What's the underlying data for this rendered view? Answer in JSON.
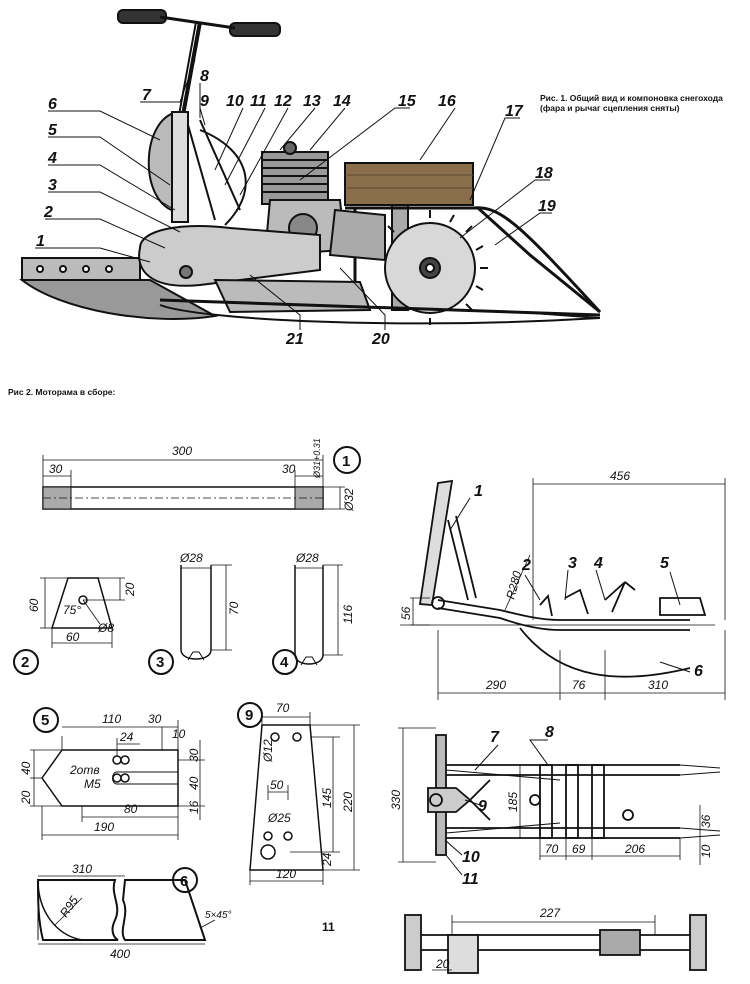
{
  "fig1": {
    "caption": "Рис. 1. Общий вид и компоновка снегохода (фара и рычаг сцепления сняты)",
    "callouts": [
      "1",
      "2",
      "3",
      "4",
      "5",
      "6",
      "7",
      "8",
      "9",
      "10",
      "11",
      "12",
      "13",
      "14",
      "15",
      "16",
      "17",
      "18",
      "19",
      "20",
      "21"
    ]
  },
  "fig2": {
    "caption": "Рис 2. Моторама в сборе:",
    "part1": {
      "num": "1",
      "overall": "300",
      "end_l": "30",
      "end_r": "30",
      "tol": "Ø31+0.31",
      "dia": "Ø32"
    },
    "part2": {
      "num": "2",
      "height": "60",
      "angle": "75°",
      "dim20": "20",
      "hole": "Ø8",
      "width": "60"
    },
    "part3": {
      "num": "3",
      "dia": "Ø28",
      "len": "70"
    },
    "part4": {
      "num": "4",
      "dia": "Ø28",
      "len": "116"
    },
    "part5": {
      "num": "5",
      "d110": "110",
      "d30": "30",
      "d24": "24",
      "d10": "10",
      "d40l": "40",
      "d20l": "20",
      "holes": "2отв",
      "thread": "M5",
      "d80": "80",
      "d190": "190",
      "d30r": "30",
      "d40r": "40",
      "d16": "16"
    },
    "part6": {
      "num": "6",
      "d310": "310",
      "radius": "R95",
      "d400": "400",
      "chamfer": "5×45°"
    },
    "part9": {
      "num": "9",
      "d70": "70",
      "hole12": "Ø12",
      "d50": "50",
      "hole25": "Ø25",
      "d145": "145",
      "d220": "220",
      "d24": "24",
      "d120": "120"
    },
    "assembly": {
      "d456": "456",
      "r280": "R280",
      "d56": "56",
      "d290": "290",
      "d76": "76",
      "d310": "310",
      "d330": "330",
      "d185": "185",
      "d70": "70",
      "d69": "69",
      "d206": "206",
      "d36": "36",
      "d10": "10",
      "d227": "227",
      "d20": "20",
      "callouts": [
        "1",
        "2",
        "3",
        "4",
        "5",
        "6",
        "7",
        "8",
        "9",
        "10",
        "11"
      ]
    }
  },
  "page_number": "11"
}
